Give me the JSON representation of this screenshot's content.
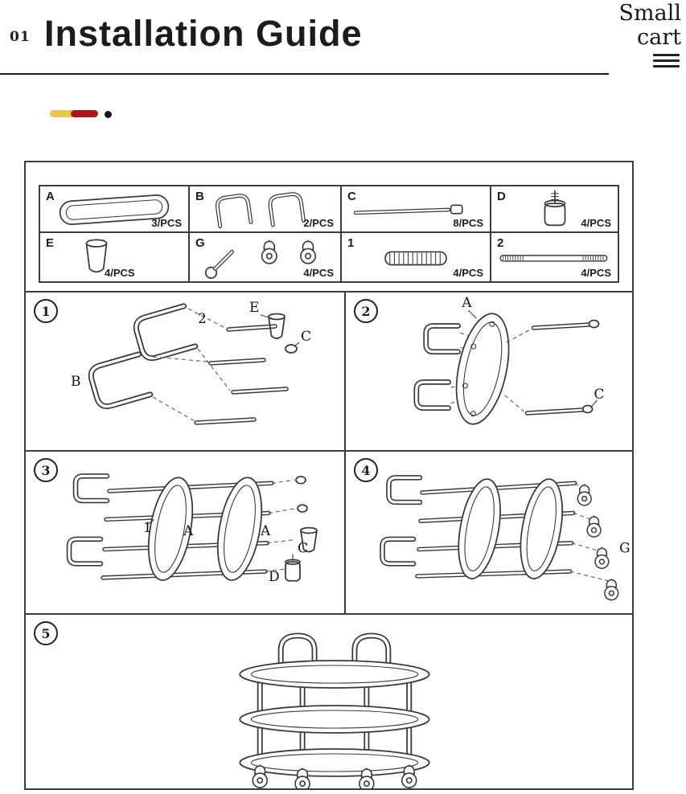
{
  "header": {
    "number": "01",
    "title": "Installation Guide",
    "brand_top": "Small",
    "brand_bottom": "cart"
  },
  "decor_colors": {
    "yellow": "#e7c552",
    "red": "#a31b1b",
    "dot": "#151515"
  },
  "parts": [
    {
      "id": "A",
      "qty": "3/PCS"
    },
    {
      "id": "B",
      "qty": "2/PCS"
    },
    {
      "id": "C",
      "qty": "8/PCS"
    },
    {
      "id": "D",
      "qty": "4/PCS"
    },
    {
      "id": "E",
      "qty": "4/PCS"
    },
    {
      "id": "G",
      "qty": "4/PCS"
    },
    {
      "id": "1",
      "qty": "4/PCS"
    },
    {
      "id": "2",
      "qty": "4/PCS"
    }
  ],
  "steps": {
    "step1": {
      "num": "1",
      "rod_label": "2",
      "cone_label": "E",
      "cap_label": "C",
      "handle_label": "B"
    },
    "step2": {
      "num": "2",
      "shelf_label": "A",
      "rod_label": "C"
    },
    "step3": {
      "num": "3",
      "rod_label": "1",
      "shelf_label_left": "A",
      "shelf_label_right": "A",
      "cap_label": "C",
      "socket_label": "D"
    },
    "step4": {
      "num": "4",
      "caster_label": "G"
    },
    "step5": {
      "num": "5"
    }
  }
}
